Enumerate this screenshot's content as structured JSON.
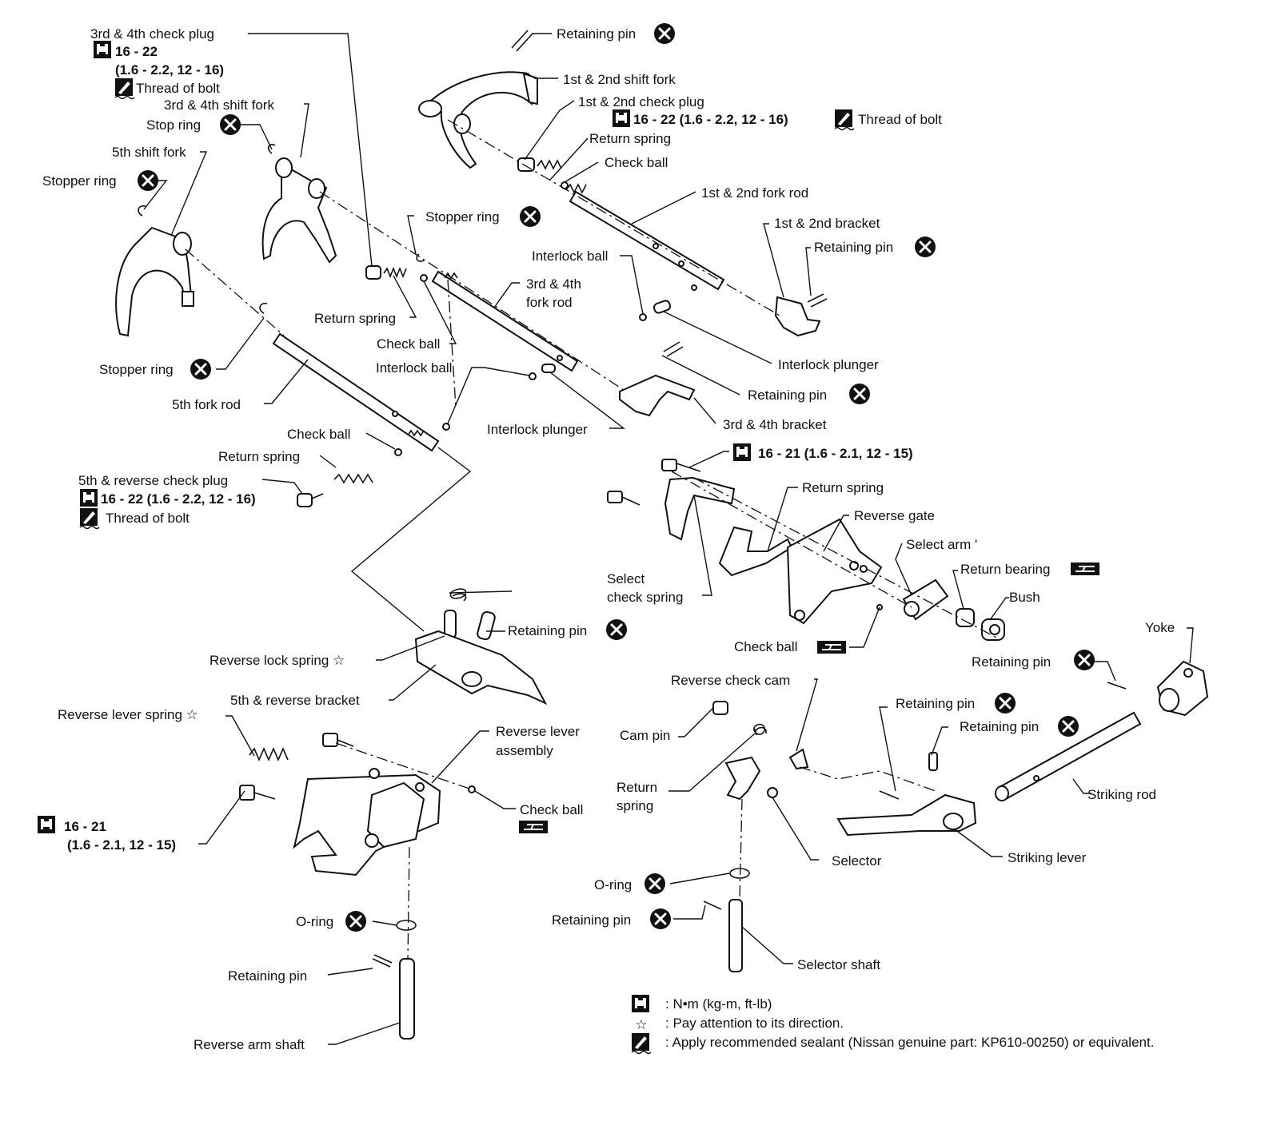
{
  "labels": {
    "retaining_pin_top": "Retaining pin",
    "fork_12": "1st & 2nd shift fork",
    "check_plug_12": "1st & 2nd check plug",
    "torque_12": "16 - 22 (1.6 - 2.2, 12 - 16)",
    "thread_12": "Thread of bolt",
    "return_spring_12": "Return spring",
    "check_ball_12": "Check ball",
    "fork_rod_12": "1st & 2nd fork rod",
    "bracket_12": "1st & 2nd bracket",
    "retaining_pin_12": "Retaining pin",
    "interlock_ball_a": "Interlock ball",
    "interlock_plunger_a": "Interlock plunger",
    "check_plug_34": "3rd & 4th check plug",
    "torque_34_l1": "16 - 22",
    "torque_34_l2": "(1.6 - 2.2, 12 - 16)",
    "thread_34": "Thread of bolt",
    "fork_34": "3rd & 4th shift fork",
    "stop_ring": "Stop ring",
    "fork_5": "5th shift fork",
    "stopper_ring_left": "Stopper ring",
    "stopper_ring_mid": "Stopper ring",
    "fork_rod_34_l1": "3rd & 4th",
    "fork_rod_34_l2": "fork rod",
    "return_spring_34": "Return spring",
    "check_ball_34": "Check ball",
    "interlock_ball_b": "Interlock ball",
    "retaining_pin_34": "Retaining pin",
    "stopper_ring_5": "Stopper ring",
    "fork_rod_5": "5th fork rod",
    "bracket_34": "3rd & 4th bracket",
    "interlock_plunger_b": "Interlock plunger",
    "check_ball_5": "Check ball",
    "return_spring_5": "Return spring",
    "check_plug_5r": "5th & reverse check plug",
    "torque_5r": "16 - 22 (1.6 - 2.2, 12 - 16)",
    "thread_5r": "Thread of bolt",
    "torque_bolt_right": "16 - 21 (1.6 - 2.1, 12 - 15)",
    "return_spring_gate": "Return spring",
    "reverse_gate": "Reverse gate",
    "select_arm": "Select arm '",
    "return_bearing": "Return bearing",
    "bush": "Bush",
    "select_check_spring_l1": "Select",
    "select_check_spring_l2": "check spring",
    "check_ball_gate": "Check ball",
    "yoke": "Yoke",
    "retaining_pin_yoke": "Retaining pin",
    "retaining_pin_rev": "Retaining pin",
    "reverse_lock_spring": "Reverse lock spring ☆",
    "bracket_5r": "5th & reverse bracket",
    "reverse_check_cam": "Reverse check cam",
    "retaining_pin_sel1": "Retaining pin",
    "retaining_pin_sel2": "Retaining pin",
    "cam_pin": "Cam pin",
    "return_spring_cam_l1": "Return",
    "return_spring_cam_l2": "spring",
    "striking_rod": "Striking rod",
    "reverse_lever_spring": "Reverse lever spring ☆",
    "reverse_lever_assembly_l1": "Reverse lever",
    "reverse_lever_assembly_l2": "assembly",
    "check_ball_lever": "Check ball",
    "torque_lever_l1": "16 - 21",
    "torque_lever_l2": "(1.6 - 2.1, 12 - 15)",
    "selector": "Selector",
    "striking_lever": "Striking lever",
    "o_ring_right": "O-ring",
    "retaining_pin_shaft": "Retaining pin",
    "selector_shaft": "Selector shaft",
    "o_ring_left": "O-ring",
    "retaining_pin_arm": "Retaining pin",
    "reverse_arm_shaft": "Reverse arm shaft"
  },
  "legend": {
    "torque": ": N•m (kg-m, ft-lb)",
    "direction": ": Pay attention to its direction.",
    "sealant": ": Apply recommended sealant (Nissan genuine part: KP610-00250) or equivalent."
  },
  "icons": {
    "replace": "circled-x-icon",
    "torque": "torque-wrench-icon",
    "sealant": "sealant-icon",
    "grease": "grease-icon"
  }
}
